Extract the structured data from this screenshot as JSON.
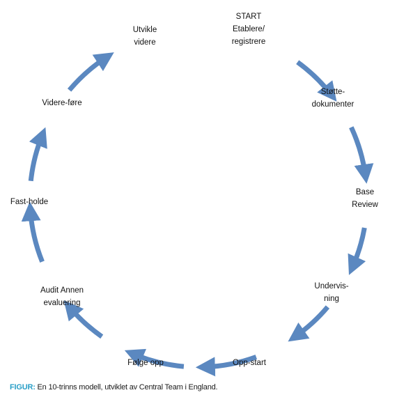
{
  "colors": {
    "arrow": "#5b88c0",
    "accent": "#2a9fc7",
    "text": "#111111"
  },
  "cycle": {
    "steps": [
      {
        "id": "start",
        "lines": [
          "START",
          "Etablere/",
          "registrere"
        ]
      },
      {
        "id": "stottedokumenter",
        "lines": [
          "Støtte-",
          "dokumenter"
        ]
      },
      {
        "id": "base-review",
        "lines": [
          "Base",
          "Review"
        ]
      },
      {
        "id": "undervisning",
        "lines": [
          "Undervis-",
          "ning"
        ]
      },
      {
        "id": "opp-start",
        "lines": [
          "Opp-start"
        ]
      },
      {
        "id": "folge-opp",
        "lines": [
          "Følge opp"
        ]
      },
      {
        "id": "audit",
        "lines": [
          "Audit Annen",
          "evaluering"
        ]
      },
      {
        "id": "fast-holde",
        "lines": [
          "Fast-holde"
        ]
      },
      {
        "id": "videre-fore",
        "lines": [
          "Videre-føre"
        ]
      },
      {
        "id": "utvikle",
        "lines": [
          "Utvikle",
          "videre"
        ]
      }
    ]
  },
  "caption": {
    "label": "FIGUR:",
    "text": " En 10-trinns modell, utviklet av Central Team i England."
  }
}
